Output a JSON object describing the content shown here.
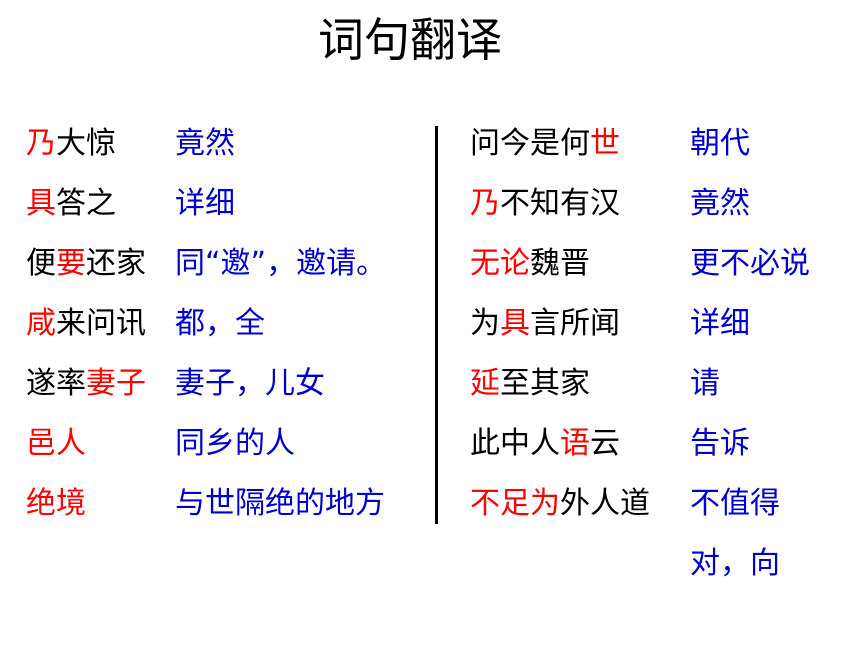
{
  "title": "词句翻译",
  "colors": {
    "highlight": "#ff0000",
    "normal": "#000000",
    "meaning": "#0000cc"
  },
  "left": [
    {
      "term": [
        {
          "t": "乃",
          "hl": true
        },
        {
          "t": "大惊",
          "hl": false
        }
      ],
      "meaning": "竟然"
    },
    {
      "term": [
        {
          "t": "具",
          "hl": true
        },
        {
          "t": "答之",
          "hl": false
        }
      ],
      "meaning": "详细"
    },
    {
      "term": [
        {
          "t": "便",
          "hl": false
        },
        {
          "t": "要",
          "hl": true
        },
        {
          "t": "还家",
          "hl": false
        }
      ],
      "meaning": "同“邀”，邀请。"
    },
    {
      "term": [
        {
          "t": "咸",
          "hl": true
        },
        {
          "t": "来问讯",
          "hl": false
        }
      ],
      "meaning": "都，全"
    },
    {
      "term": [
        {
          "t": "遂率",
          "hl": false
        },
        {
          "t": "妻子",
          "hl": true
        }
      ],
      "meaning": "妻子，儿女"
    },
    {
      "term": [
        {
          "t": "邑人",
          "hl": true
        }
      ],
      "meaning": "同乡的人"
    },
    {
      "term": [
        {
          "t": "绝境",
          "hl": true
        }
      ],
      "meaning": "与世隔绝的地方"
    }
  ],
  "right": [
    {
      "term": [
        {
          "t": "问今是何",
          "hl": false
        },
        {
          "t": "世",
          "hl": true
        }
      ],
      "meaning": "朝代"
    },
    {
      "term": [
        {
          "t": "乃",
          "hl": true
        },
        {
          "t": "不知有汉",
          "hl": false
        }
      ],
      "meaning": "竟然"
    },
    {
      "term": [
        {
          "t": "无论",
          "hl": true
        },
        {
          "t": "魏晋",
          "hl": false
        }
      ],
      "meaning": "更不必说"
    },
    {
      "term": [
        {
          "t": "为",
          "hl": false
        },
        {
          "t": "具",
          "hl": true
        },
        {
          "t": "言所闻",
          "hl": false
        }
      ],
      "meaning": "详细"
    },
    {
      "term": [
        {
          "t": "延",
          "hl": true
        },
        {
          "t": "至其家",
          "hl": false
        }
      ],
      "meaning": "请"
    },
    {
      "term": [
        {
          "t": "此中人",
          "hl": false
        },
        {
          "t": "语",
          "hl": true
        },
        {
          "t": "云",
          "hl": false
        }
      ],
      "meaning": "告诉"
    },
    {
      "term": [
        {
          "t": "不足为",
          "hl": true
        },
        {
          "t": "外人道",
          "hl": false
        }
      ],
      "meaning": "不值得"
    },
    {
      "term": [],
      "meaning": "对，向"
    }
  ]
}
